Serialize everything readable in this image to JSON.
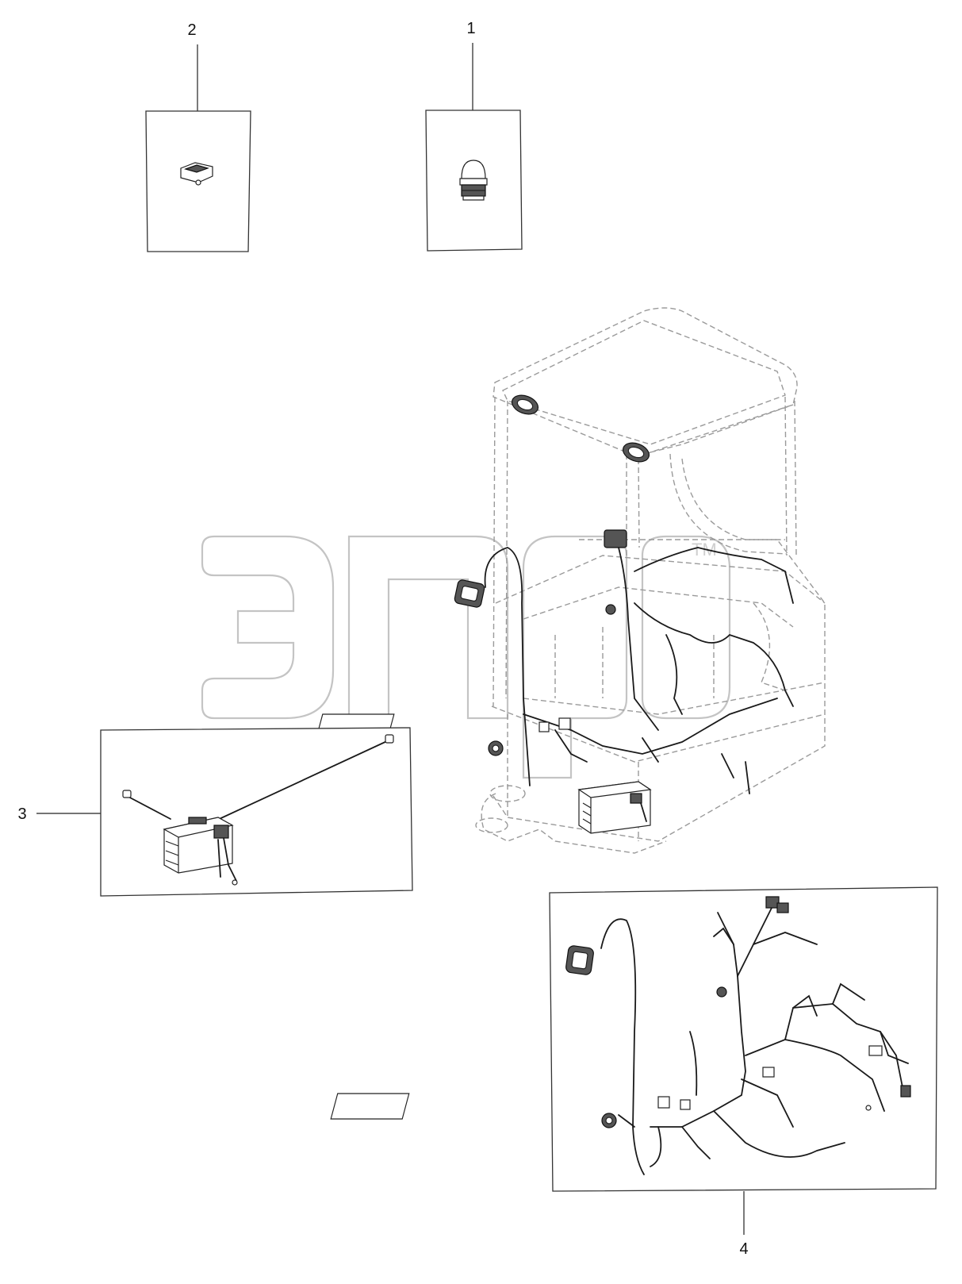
{
  "callouts": {
    "c1": "1",
    "c2": "2",
    "c3": "3",
    "c4": "4"
  },
  "watermark": {
    "tm": "TM"
  },
  "icons": {
    "part1": "beacon-light-icon",
    "part2": "socket-icon",
    "part3": "battery-with-cable-icon",
    "part4": "wiring-harness-icon"
  }
}
